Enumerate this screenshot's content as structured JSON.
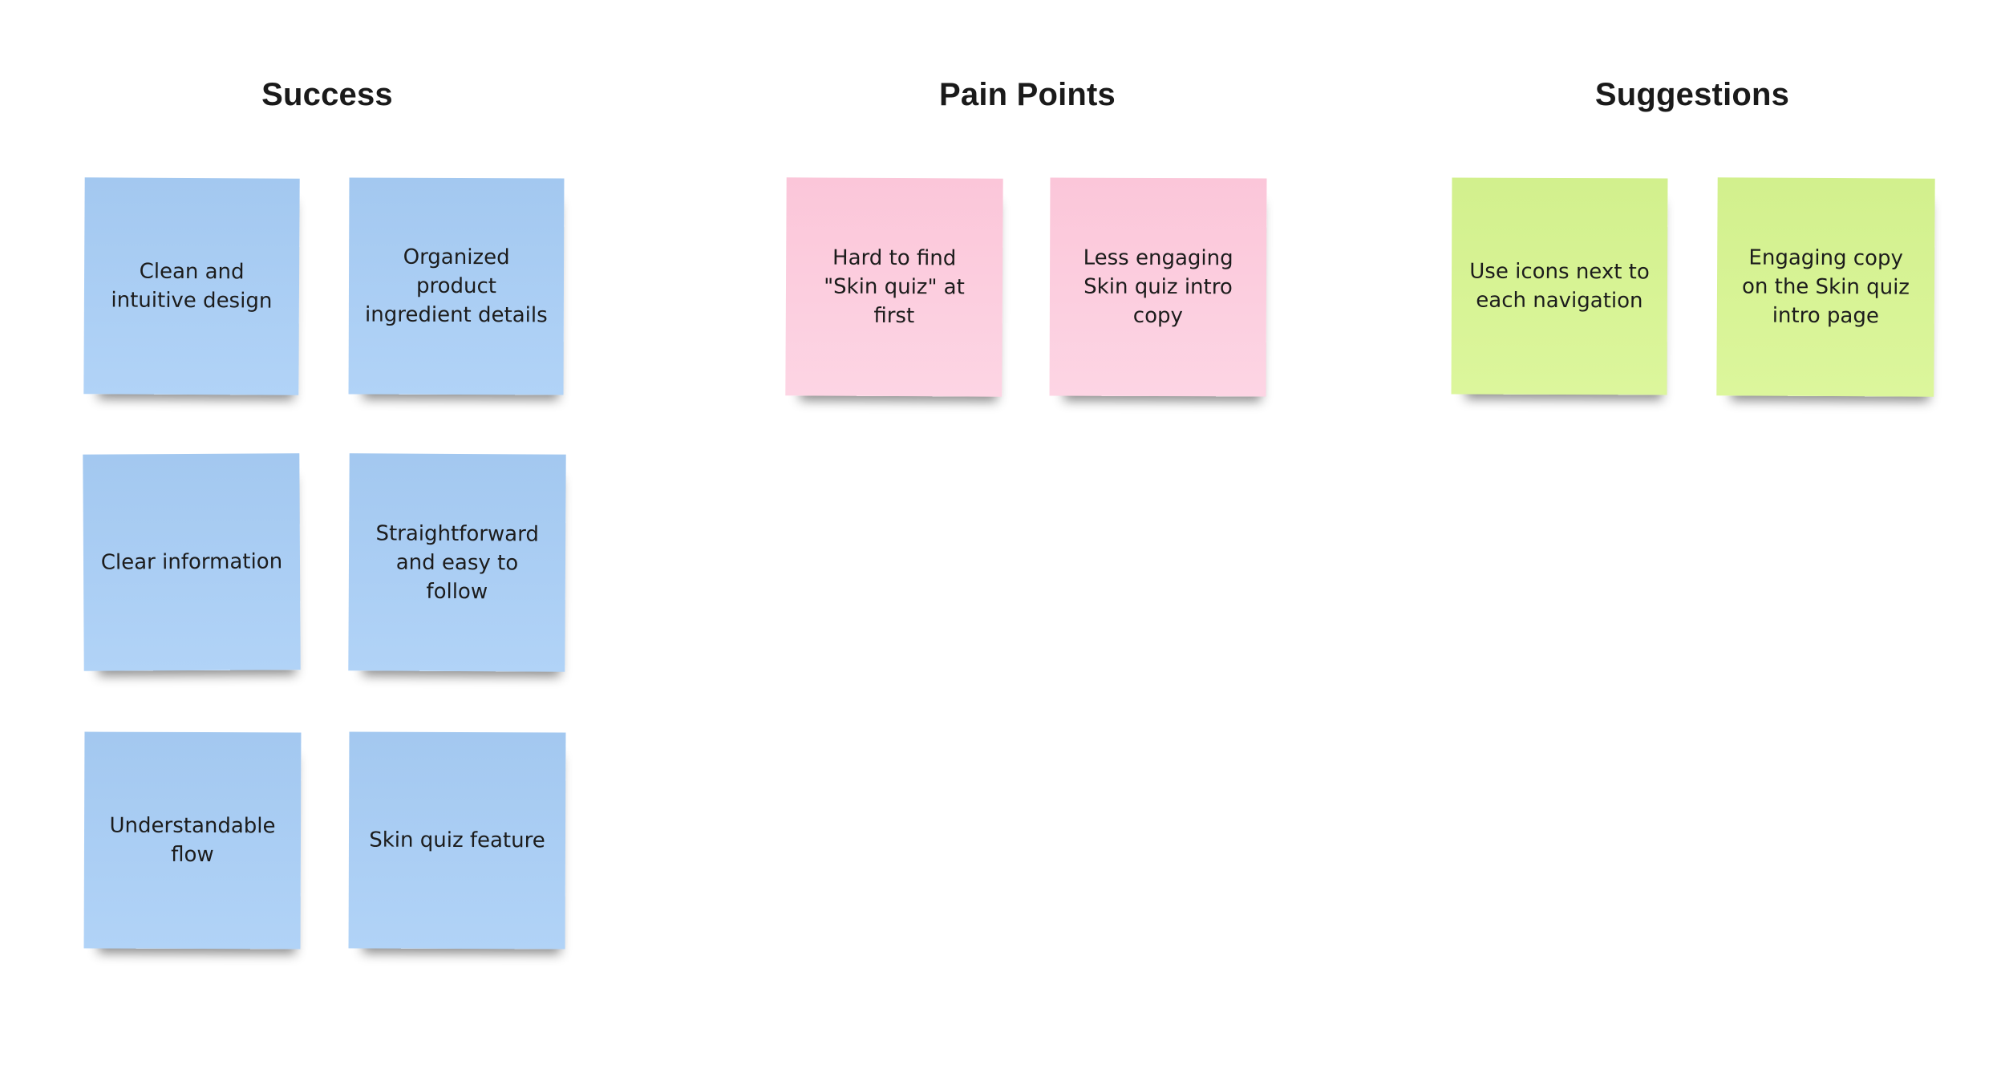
{
  "columns": [
    {
      "title": "Success",
      "color": "#a9cdf4",
      "notes": [
        "Clean and intuitive design",
        "Organized product ingredient details",
        "Clear information",
        "Straightforward and easy to follow",
        "Understandable flow",
        "Skin quiz feature"
      ]
    },
    {
      "title": "Pain Points",
      "color": "#fccfe0",
      "notes": [
        "Hard to find \"Skin quiz\" at first",
        "Less engaging Skin quiz intro copy"
      ]
    },
    {
      "title": "Suggestions",
      "color": "#d6f393",
      "notes": [
        "Use icons next to each navigation",
        "Engaging  copy on the Skin quiz intro page"
      ]
    }
  ]
}
